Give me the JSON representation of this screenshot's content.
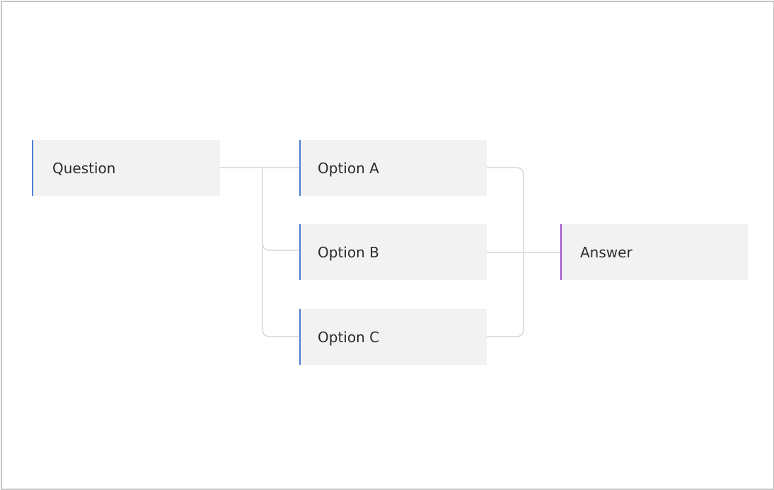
{
  "diagram": {
    "question": {
      "label": "Question",
      "accent": "#4a7fd6"
    },
    "options": [
      {
        "label": "Option A",
        "accent": "#4a7fd6"
      },
      {
        "label": "Option B",
        "accent": "#4a7fd6"
      },
      {
        "label": "Option C",
        "accent": "#4a7fd6"
      }
    ],
    "answer": {
      "label": "Answer",
      "accent": "#9b4dca"
    },
    "colors": {
      "node_fill": "#f2f2f2",
      "connector": "#d6d6d6",
      "frame_border": "#c6c6c6"
    }
  }
}
